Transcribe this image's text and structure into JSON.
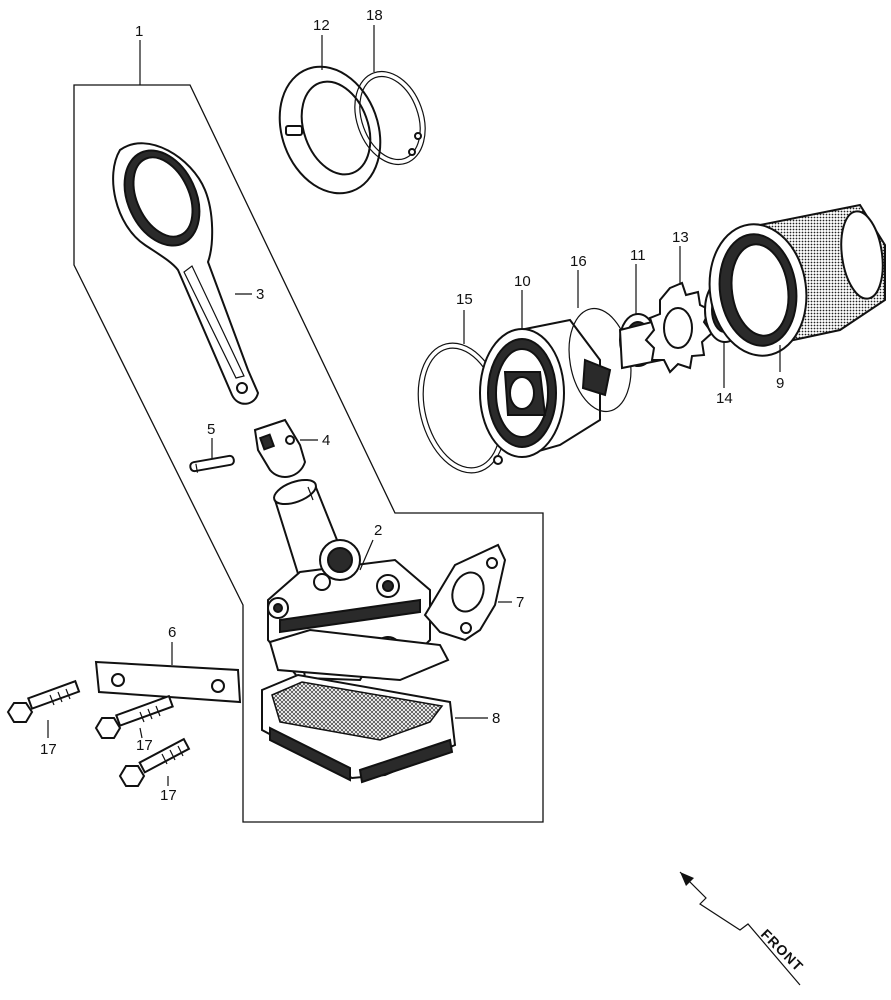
{
  "labels": {
    "l1": "1",
    "l2": "2",
    "l3": "3",
    "l4": "4",
    "l5": "5",
    "l6": "6",
    "l7": "7",
    "l8": "8",
    "l9": "9",
    "l10": "10",
    "l11": "11",
    "l12": "12",
    "l13": "13",
    "l14": "14",
    "l15": "15",
    "l16": "16",
    "l18": "18",
    "l17a": "17",
    "l17b": "17",
    "l17c": "17"
  },
  "front_label": "FRONT"
}
